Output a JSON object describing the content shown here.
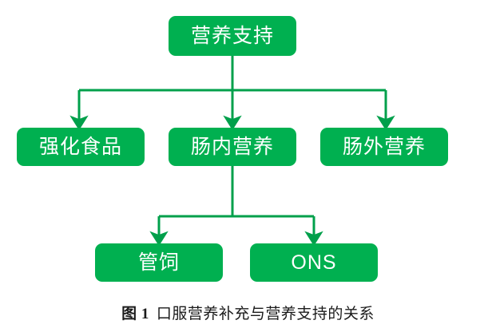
{
  "diagram": {
    "type": "flowchart-tree",
    "accent_color": "#00B050",
    "line_color": "#00A04B",
    "node_text_color": "#FFFFFF",
    "background_color": "#FFFFFF",
    "nodes": {
      "root": {
        "id": "nutrition-support",
        "label": "营养支持",
        "level": 1
      },
      "level2": [
        {
          "id": "fortified-food",
          "label": "强化食品",
          "level": 2
        },
        {
          "id": "enteral-nutrition",
          "label": "肠内营养",
          "level": 2
        },
        {
          "id": "parenteral-nutrition",
          "label": "肠外营养",
          "level": 2
        }
      ],
      "level3": [
        {
          "id": "tube-feeding",
          "label": "管饲",
          "level": 3
        },
        {
          "id": "ons",
          "label": "ONS",
          "level": 3
        }
      ]
    },
    "edges": [
      {
        "from": "nutrition-support",
        "to": "fortified-food"
      },
      {
        "from": "nutrition-support",
        "to": "enteral-nutrition"
      },
      {
        "from": "nutrition-support",
        "to": "parenteral-nutrition"
      },
      {
        "from": "enteral-nutrition",
        "to": "tube-feeding"
      },
      {
        "from": "enteral-nutrition",
        "to": "ons"
      }
    ]
  },
  "caption": {
    "figure_number": "图 1",
    "text": "口服营养补充与营养支持的关系"
  }
}
